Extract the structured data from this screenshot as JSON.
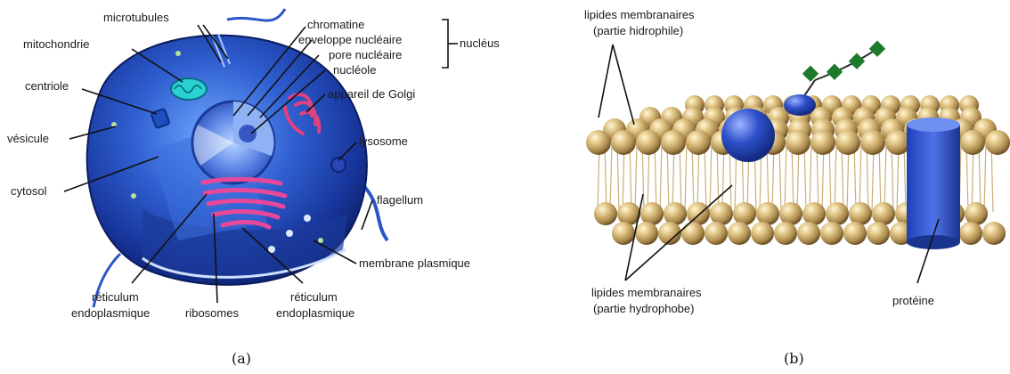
{
  "panel_a": {
    "labels": {
      "microtubules": "microtubules",
      "mitochondrie": "mitochondrie",
      "centriole": "centriole",
      "vesicule": "vésicule",
      "cytosol": "cytosol",
      "chromatine": "chromatine",
      "enveloppe": "enveloppe nucléaire",
      "pore": "pore nucléaire",
      "nucleole": "nucléole",
      "nucleus": "nucléus",
      "golgi": "appareil de Golgi",
      "lysosome": "lysosome",
      "flagellum": "flagellum",
      "membrane": "membrane plasmique",
      "ret1_l1": "réticulum",
      "ret1_l2": "endoplasmique",
      "ribosomes": "ribosomes",
      "ret2_l1": "réticulum",
      "ret2_l2": "endoplasmique"
    },
    "caption": "(a)"
  },
  "panel_b": {
    "labels": {
      "top_l1": "lipides membranaires",
      "top_l2": "(partie hidrophile)",
      "bot_l1": "lipides membranaires",
      "bot_l2": "(partie hydrophobe)",
      "protein": "protéine"
    },
    "caption": "(b)"
  }
}
